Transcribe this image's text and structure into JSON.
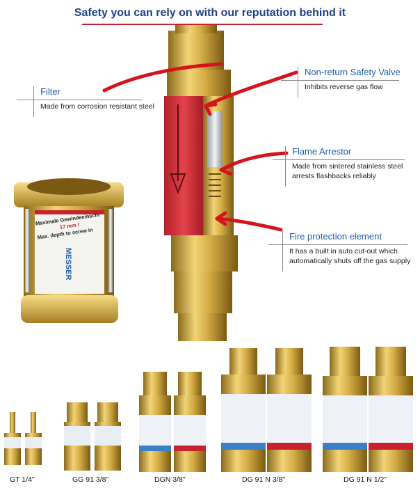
{
  "header": {
    "headline": "Safety you can rely on with our reputation behind it"
  },
  "callouts": {
    "filter": {
      "title": "Filter",
      "desc": "Made from corrosion resistant steel"
    },
    "non_return": {
      "title": "Non-return Safety Valve",
      "desc": "Inhibits reverse gas flow"
    },
    "flame_arrestor": {
      "title": "Flame Arrestor",
      "desc_line1": "Made from sintered stainless steel",
      "desc_line2": "arrests flashbacks reliably"
    },
    "fire_protection": {
      "title": "Fire protection element",
      "desc_line1": "It has a built in auto cut-out which",
      "desc_line2": "automatically shuts off the gas supply"
    }
  },
  "product_labels": {
    "large_unit_line1": "Maximale Gewindeeinschr",
    "large_unit_line2": "17 mm !",
    "large_unit_line3": "Max. depth to screw in",
    "large_unit_brand": "MESSER"
  },
  "models": [
    {
      "caption": "GT 1/4\""
    },
    {
      "caption": "GG 91 3/8\""
    },
    {
      "caption": "DGN 3/8\""
    },
    {
      "caption": "DG 91 N 3/8\""
    },
    {
      "caption": "DG 91 N 1/2\""
    }
  ],
  "colors": {
    "headline": "#1f3f8a",
    "accent_red": "#c8232c",
    "callout_title": "#1f5fa8",
    "brass": "#c9a23a"
  }
}
